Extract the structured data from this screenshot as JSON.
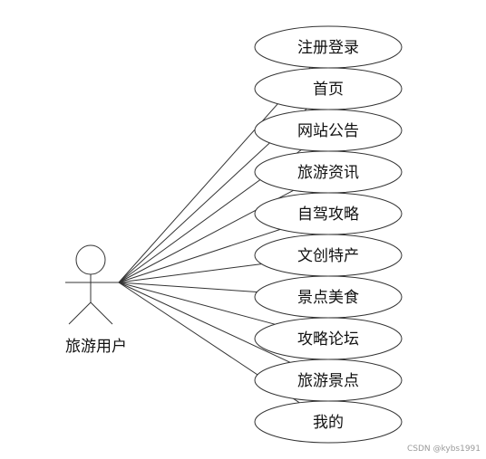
{
  "actor": {
    "label": "旅游用户"
  },
  "use_cases": [
    {
      "label": "注册登录"
    },
    {
      "label": "首页"
    },
    {
      "label": "网站公告"
    },
    {
      "label": "旅游资讯"
    },
    {
      "label": "自驾攻略"
    },
    {
      "label": "文创特产"
    },
    {
      "label": "景点美食"
    },
    {
      "label": "攻略论坛"
    },
    {
      "label": "旅游景点"
    },
    {
      "label": "我的"
    }
  ],
  "watermark": "CSDN @kybs1991",
  "colors": {
    "stroke": "#333333",
    "fill": "#ffffff",
    "text": "#111111"
  }
}
